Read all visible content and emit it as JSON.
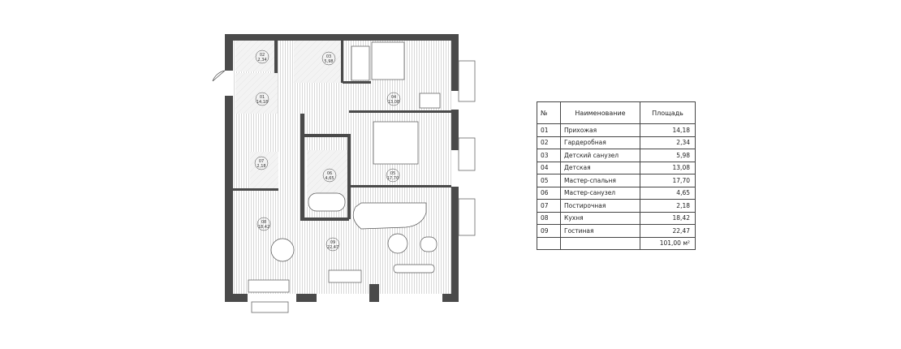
{
  "rooms_table": {
    "headers": {
      "number": "№",
      "name": "Наименование",
      "area": "Площадь"
    },
    "rows": [
      {
        "number": "01",
        "name": "Прихожая",
        "area": "14,18"
      },
      {
        "number": "02",
        "name": "Гардеробная",
        "area": "2,34"
      },
      {
        "number": "03",
        "name": "Детский санузел",
        "area": "5,98"
      },
      {
        "number": "04",
        "name": "Детская",
        "area": "13,08"
      },
      {
        "number": "05",
        "name": "Мастер-спальня",
        "area": "17,70"
      },
      {
        "number": "06",
        "name": "Мастер-санузел",
        "area": "4,65"
      },
      {
        "number": "07",
        "name": "Постирочная",
        "area": "2,18"
      },
      {
        "number": "08",
        "name": "Кухня",
        "area": "18,42"
      },
      {
        "number": "09",
        "name": "Гостиная",
        "area": "22,47"
      }
    ],
    "total": "101,00 м²"
  },
  "colors": {
    "wall": "#4a4a4a",
    "floor_stripe": "#d8d8d8",
    "tile": "#f0f0f0"
  }
}
